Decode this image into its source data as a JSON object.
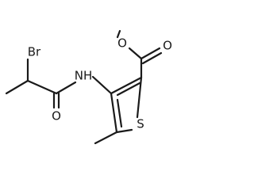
{
  "molecule": {
    "atom_labels": {
      "bromine": "Br",
      "amide_nitrogen": "NH",
      "amide_oxygen": "O",
      "ester_carbonyl_oxygen": "O",
      "ester_ether_oxygen": "O",
      "ring_sulfur": "S"
    },
    "bond_color": "#1a1a1a"
  }
}
